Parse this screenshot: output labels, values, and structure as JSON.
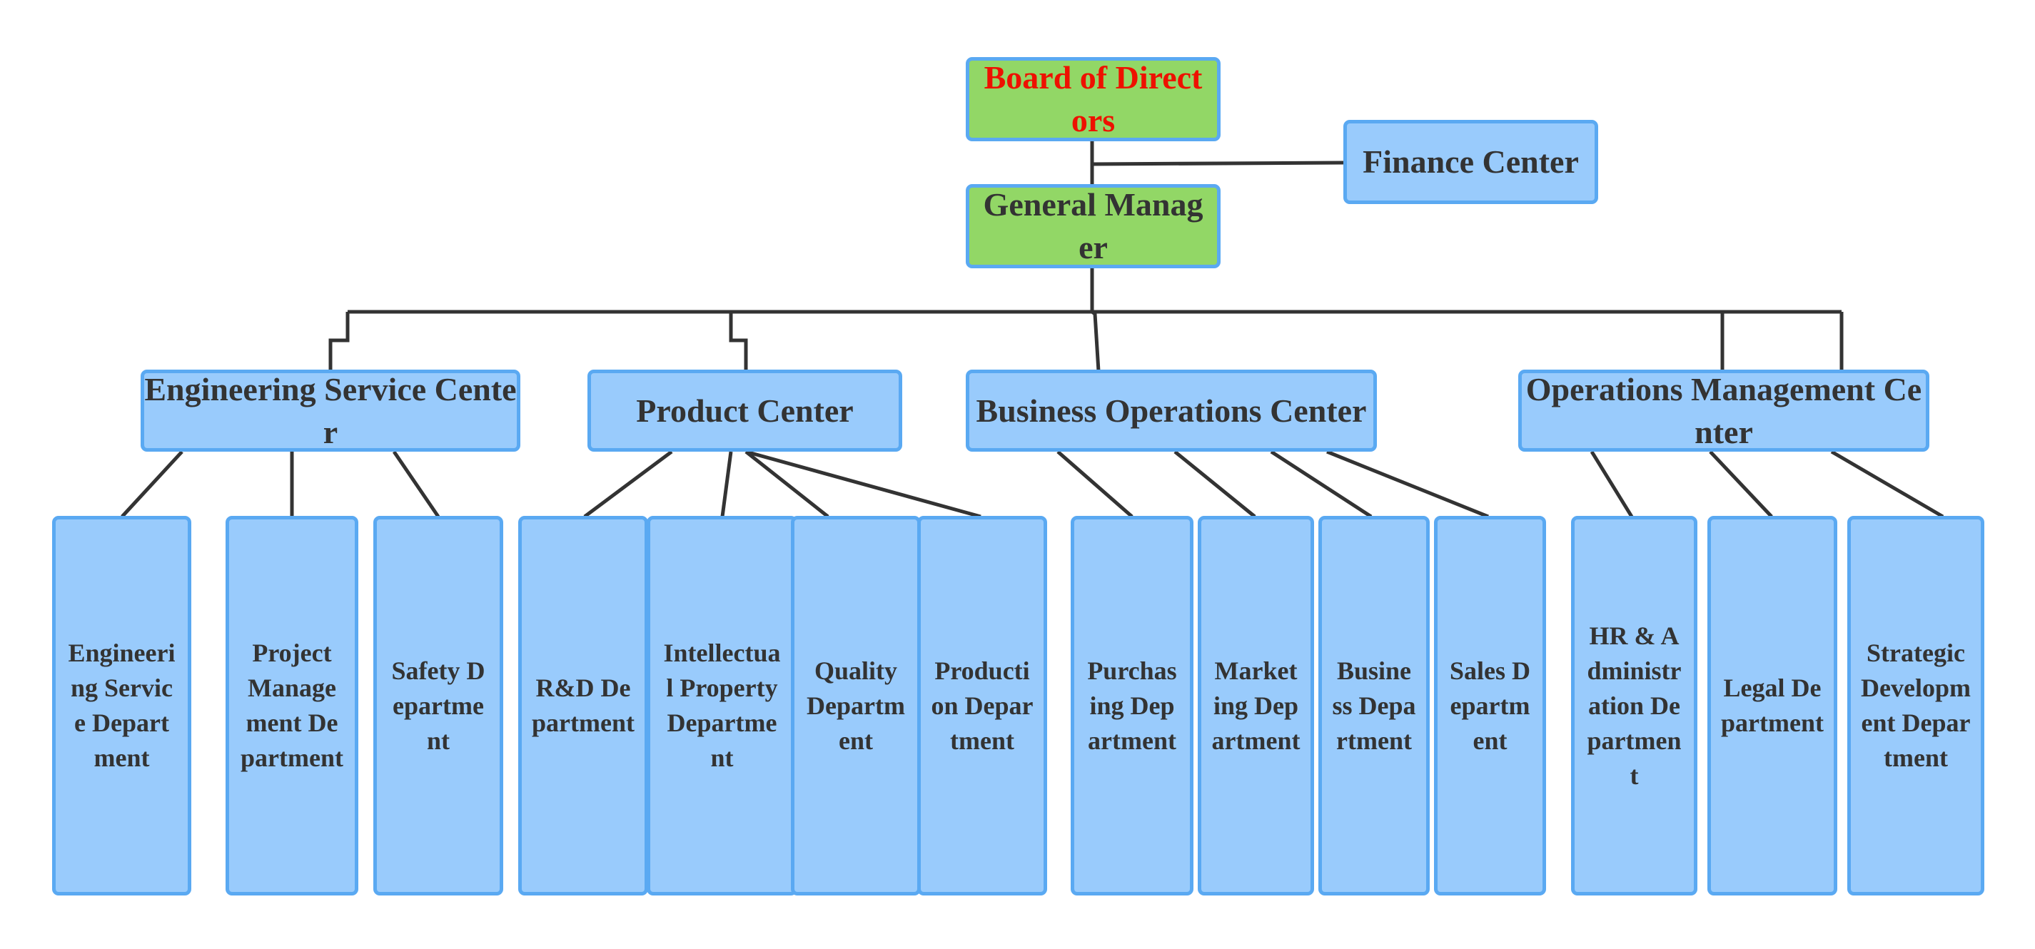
{
  "colors": {
    "node_fill": "#99cbfc",
    "node_border": "#5aa9f2",
    "top_fill": "#92d766",
    "title_red": "#ee1100",
    "text": "#333333",
    "line": "#333333"
  },
  "board": {
    "label": "Board of Directors"
  },
  "finance": {
    "label": "Finance Center"
  },
  "general_manager": {
    "label": "General Manager"
  },
  "centers": [
    {
      "label": "Engineering Service Center",
      "departments": [
        {
          "label": "Engineering Service Department"
        },
        {
          "label": "Project Management Department"
        },
        {
          "label": "Safety Department"
        }
      ]
    },
    {
      "label": "Product Center",
      "departments": [
        {
          "label": "R&D Department"
        },
        {
          "label": "Intellectual Property Department"
        },
        {
          "label": "Quality Department"
        },
        {
          "label": "Production Department"
        }
      ]
    },
    {
      "label": "Business Operations Center",
      "departments": [
        {
          "label": "Purchasing Department"
        },
        {
          "label": "Marketing Department"
        },
        {
          "label": "Business Department"
        },
        {
          "label": "Sales Department"
        }
      ]
    },
    {
      "label": "Operations Management Center",
      "departments": [
        {
          "label": "HR & Administration Department"
        },
        {
          "label": "Legal Department"
        },
        {
          "label": "Strategic Development Department"
        }
      ]
    }
  ]
}
